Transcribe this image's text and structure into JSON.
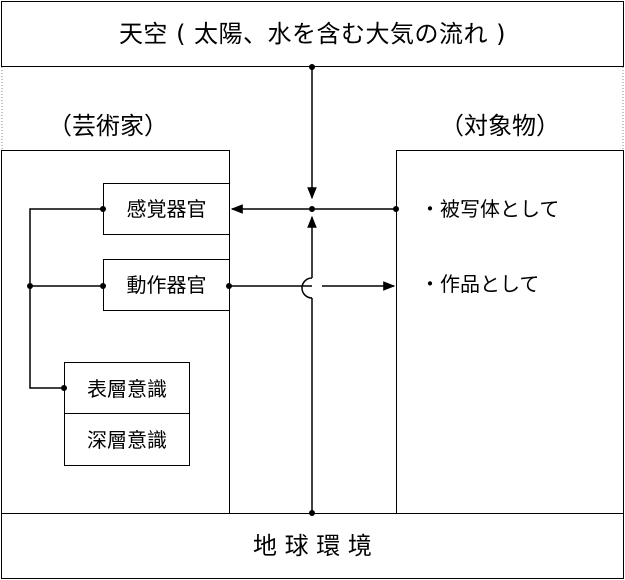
{
  "sky": {
    "label": "天空 ( 太陽、水を含む大気の流れ )"
  },
  "earth": {
    "label": "地 球 環 境"
  },
  "artist": {
    "heading": "（芸術家）",
    "sense_organ": "感覚器官",
    "motor_organ": "動作器官",
    "surface_consciousness": "表層意識",
    "deep_consciousness": "深層意識"
  },
  "object": {
    "heading": "（対象物）",
    "as_subject": "・被写体として",
    "as_work": "・作品として"
  }
}
